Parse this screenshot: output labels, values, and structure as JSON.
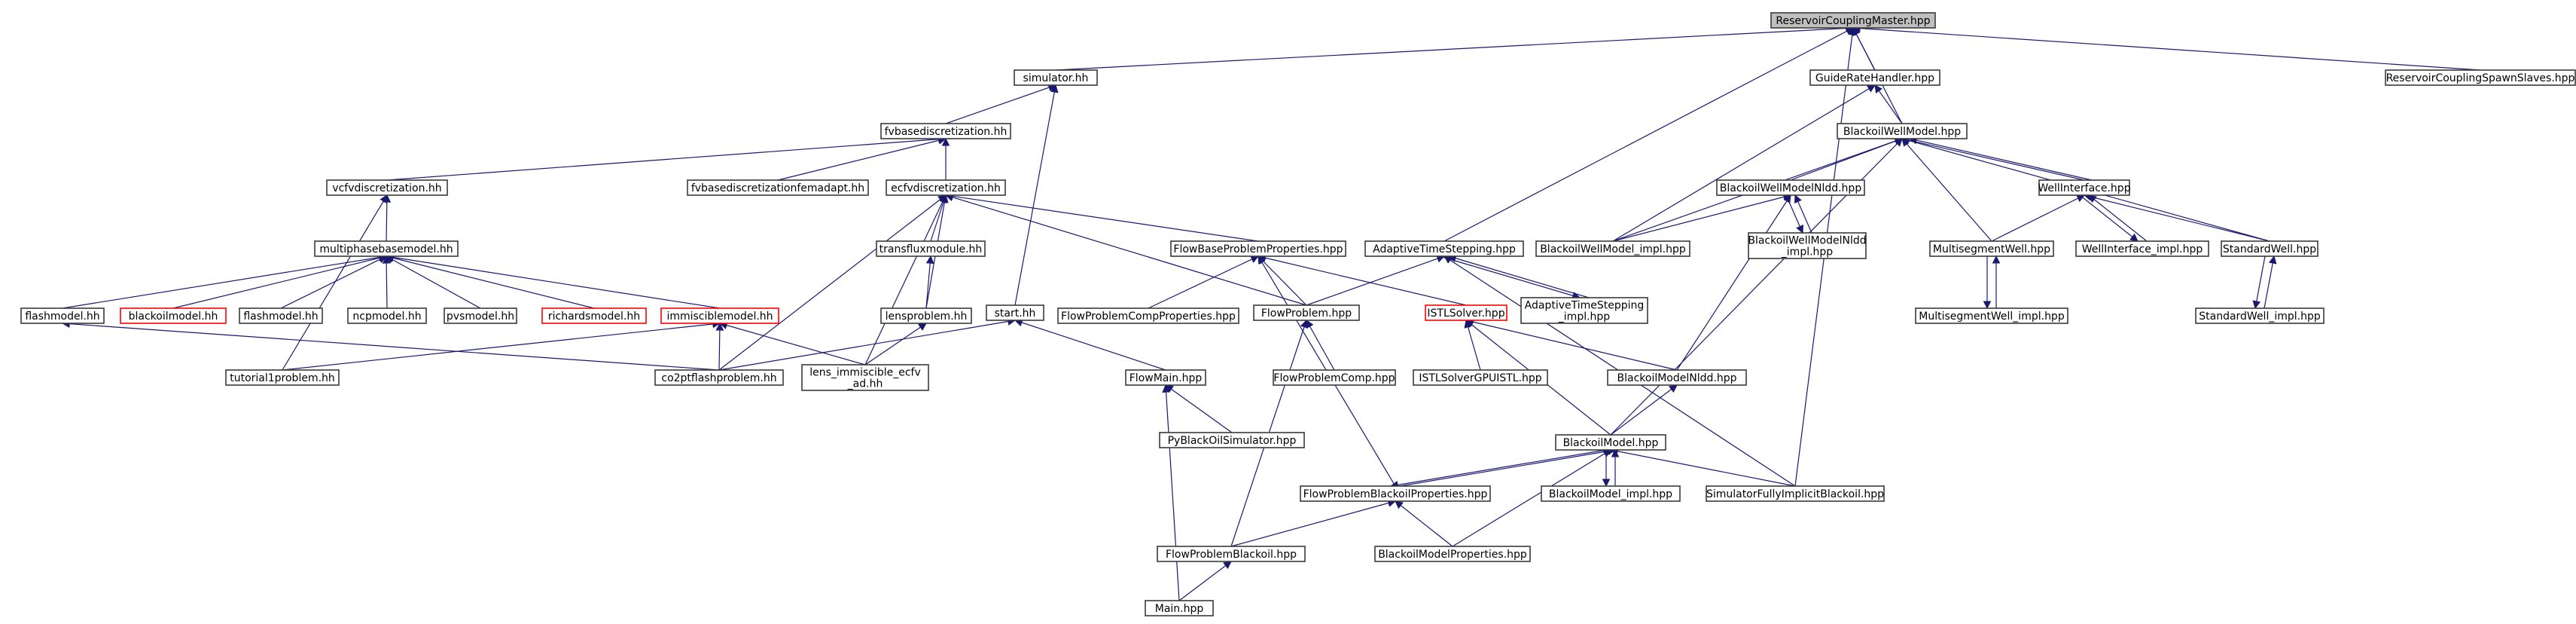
{
  "colors": {
    "edge": "#191970",
    "border_normal": "#3a3a3a",
    "border_red": "#ff0000",
    "root_fill": "#bfbfbf"
  },
  "nodes": [
    {
      "id": "n_rcm",
      "label": "ReservoirCouplingMaster.hpp",
      "root": true
    },
    {
      "id": "n_sim",
      "label": "simulator.hh"
    },
    {
      "id": "n_grh",
      "label": "GuideRateHandler.hpp"
    },
    {
      "id": "n_rcss",
      "label": "ReservoirCouplingSpawnSlaves.hpp"
    },
    {
      "id": "n_fvb",
      "label": "fvbasediscretization.hh"
    },
    {
      "id": "n_bwm",
      "label": "BlackoilWellModel.hpp"
    },
    {
      "id": "n_vcfv",
      "label": "vcfvdiscretization.hh"
    },
    {
      "id": "n_fvbfem",
      "label": "fvbasediscretizationfemadapt.hh"
    },
    {
      "id": "n_ecfv",
      "label": "ecfvdiscretization.hh"
    },
    {
      "id": "n_bwmnldd",
      "label": "BlackoilWellModelNldd.hpp"
    },
    {
      "id": "n_wi",
      "label": "WellInterface.hpp"
    },
    {
      "id": "n_mpbm",
      "label": "multiphasebasemodel.hh"
    },
    {
      "id": "n_flux",
      "label": "transfluxmodule.hh"
    },
    {
      "id": "n_fbpp",
      "label": "FlowBaseProblemProperties.hpp"
    },
    {
      "id": "n_ats",
      "label": "AdaptiveTimeStepping.hpp"
    },
    {
      "id": "n_bwmimpl",
      "label": "BlackoilWellModel_impl.hpp"
    },
    {
      "id": "n_bwmnlddimpl",
      "label": "BlackoilWellModelNldd\n_impl.hpp"
    },
    {
      "id": "n_msw",
      "label": "MultisegmentWell.hpp"
    },
    {
      "id": "n_wiimpl",
      "label": "WellInterface_impl.hpp"
    },
    {
      "id": "n_sw",
      "label": "StandardWell.hpp"
    },
    {
      "id": "n_flash",
      "label": "flashmodel.hh"
    },
    {
      "id": "n_blackoilm",
      "label": "blackoilmodel.hh",
      "red": true
    },
    {
      "id": "n_flash2",
      "label": "flashmodel.hh"
    },
    {
      "id": "n_ncp",
      "label": "ncpmodel.hh"
    },
    {
      "id": "n_pvs",
      "label": "pvsmodel.hh"
    },
    {
      "id": "n_richards",
      "label": "richardsmodel.hh",
      "red": true
    },
    {
      "id": "n_immisc",
      "label": "immisciblemodel.hh",
      "red": true
    },
    {
      "id": "n_lens",
      "label": "lensproblem.hh"
    },
    {
      "id": "n_start",
      "label": "start.hh"
    },
    {
      "id": "n_fpcp",
      "label": "FlowProblemCompProperties.hpp"
    },
    {
      "id": "n_fp",
      "label": "FlowProblem.hpp"
    },
    {
      "id": "n_istl",
      "label": "ISTLSolver.hpp",
      "red": true
    },
    {
      "id": "n_atsimpl",
      "label": "AdaptiveTimeStepping\n_impl.hpp"
    },
    {
      "id": "n_mswimpl",
      "label": "MultisegmentWell_impl.hpp"
    },
    {
      "id": "n_swimpl",
      "label": "StandardWell_impl.hpp"
    },
    {
      "id": "n_tut",
      "label": "tutorial1problem.hh"
    },
    {
      "id": "n_co2",
      "label": "co2ptflashproblem.hh"
    },
    {
      "id": "n_lensad",
      "label": "lens_immiscible_ecfv\n_ad.hh"
    },
    {
      "id": "n_fmain",
      "label": "FlowMain.hpp"
    },
    {
      "id": "n_fpc",
      "label": "FlowProblemComp.hpp"
    },
    {
      "id": "n_istlgpu",
      "label": "ISTLSolverGPUISTL.hpp"
    },
    {
      "id": "n_bmnldd",
      "label": "BlackoilModelNldd.hpp"
    },
    {
      "id": "n_pybos",
      "label": "PyBlackOilSimulator.hpp"
    },
    {
      "id": "n_bm",
      "label": "BlackoilModel.hpp"
    },
    {
      "id": "n_fpbp",
      "label": "FlowProblemBlackoilProperties.hpp"
    },
    {
      "id": "n_bmimpl",
      "label": "BlackoilModel_impl.hpp"
    },
    {
      "id": "n_sfib",
      "label": "SimulatorFullyImplicitBlackoil.hpp"
    },
    {
      "id": "n_fpb",
      "label": "FlowProblemBlackoil.hpp"
    },
    {
      "id": "n_bmp",
      "label": "BlackoilModelProperties.hpp"
    },
    {
      "id": "n_main",
      "label": "Main.hpp"
    }
  ],
  "edges": [
    [
      "n_sim",
      "n_rcm"
    ],
    [
      "n_grh",
      "n_rcm"
    ],
    [
      "n_rcss",
      "n_rcm"
    ],
    [
      "n_bwm",
      "n_rcm"
    ],
    [
      "n_ats",
      "n_rcm"
    ],
    [
      "n_sfib",
      "n_rcm"
    ],
    [
      "n_fvb",
      "n_sim"
    ],
    [
      "n_start",
      "n_sim"
    ],
    [
      "n_bwm",
      "n_grh"
    ],
    [
      "n_bwmimpl",
      "n_grh"
    ],
    [
      "n_vcfv",
      "n_fvb"
    ],
    [
      "n_fvbfem",
      "n_fvb"
    ],
    [
      "n_ecfv",
      "n_fvb"
    ],
    [
      "n_bwmnldd",
      "n_bwm"
    ],
    [
      "n_wi",
      "n_bwm"
    ],
    [
      "n_bwmimpl",
      "n_bwm"
    ],
    [
      "n_msw",
      "n_bwm"
    ],
    [
      "n_sw",
      "n_bwm"
    ],
    [
      "n_bm",
      "n_bwm"
    ],
    [
      "n_wi",
      "n_bwm"
    ],
    [
      "n_mpbm",
      "n_vcfv"
    ],
    [
      "n_tut",
      "n_vcfv"
    ],
    [
      "n_flux",
      "n_ecfv"
    ],
    [
      "n_fbpp",
      "n_ecfv"
    ],
    [
      "n_lens",
      "n_ecfv"
    ],
    [
      "n_co2",
      "n_ecfv"
    ],
    [
      "n_lensad",
      "n_ecfv"
    ],
    [
      "n_fp",
      "n_ecfv"
    ],
    [
      "n_bwmimpl",
      "n_bwmnldd"
    ],
    [
      "n_bwmnlddimpl",
      "n_bwmnldd"
    ],
    [
      "n_bmnldd",
      "n_bwmnldd"
    ],
    [
      "n_bwmnldd",
      "n_bwmnlddimpl"
    ],
    [
      "n_msw",
      "n_wi"
    ],
    [
      "n_wiimpl",
      "n_wi"
    ],
    [
      "n_sw",
      "n_wi"
    ],
    [
      "n_wi",
      "n_wiimpl"
    ],
    [
      "n_flash",
      "n_mpbm"
    ],
    [
      "n_blackoilm",
      "n_mpbm"
    ],
    [
      "n_flash2",
      "n_mpbm"
    ],
    [
      "n_ncp",
      "n_mpbm"
    ],
    [
      "n_pvs",
      "n_mpbm"
    ],
    [
      "n_richards",
      "n_mpbm"
    ],
    [
      "n_immisc",
      "n_mpbm"
    ],
    [
      "n_lens",
      "n_flux"
    ],
    [
      "n_fpcp",
      "n_fbpp"
    ],
    [
      "n_fp",
      "n_fbpp"
    ],
    [
      "n_istl",
      "n_fbpp"
    ],
    [
      "n_fpbp",
      "n_fbpp"
    ],
    [
      "n_fp",
      "n_ats"
    ],
    [
      "n_atsimpl",
      "n_ats"
    ],
    [
      "n_sfib",
      "n_ats"
    ],
    [
      "n_ats",
      "n_atsimpl"
    ],
    [
      "n_mswimpl",
      "n_msw"
    ],
    [
      "n_msw",
      "n_mswimpl"
    ],
    [
      "n_swimpl",
      "n_sw"
    ],
    [
      "n_sw",
      "n_swimpl"
    ],
    [
      "n_co2",
      "n_flash"
    ],
    [
      "n_tut",
      "n_immisc"
    ],
    [
      "n_co2",
      "n_immisc"
    ],
    [
      "n_lensad",
      "n_immisc"
    ],
    [
      "n_lensad",
      "n_lens"
    ],
    [
      "n_co2",
      "n_start"
    ],
    [
      "n_fmain",
      "n_start"
    ],
    [
      "n_fpc",
      "n_fp"
    ],
    [
      "n_fpb",
      "n_fp"
    ],
    [
      "n_istlgpu",
      "n_istl"
    ],
    [
      "n_bmnldd",
      "n_istl"
    ],
    [
      "n_bm",
      "n_istl"
    ],
    [
      "n_pybos",
      "n_fmain"
    ],
    [
      "n_main",
      "n_fmain"
    ],
    [
      "n_bm",
      "n_bmnldd"
    ],
    [
      "n_fpbp",
      "n_bm"
    ],
    [
      "n_bmimpl",
      "n_bm"
    ],
    [
      "n_bmp",
      "n_bm"
    ],
    [
      "n_sfib",
      "n_bm"
    ],
    [
      "n_bm",
      "n_bmimpl"
    ],
    [
      "n_bm",
      "n_fpbp"
    ],
    [
      "n_fpb",
      "n_fpbp"
    ],
    [
      "n_bmp",
      "n_fpbp"
    ],
    [
      "n_main",
      "n_fpb"
    ]
  ]
}
